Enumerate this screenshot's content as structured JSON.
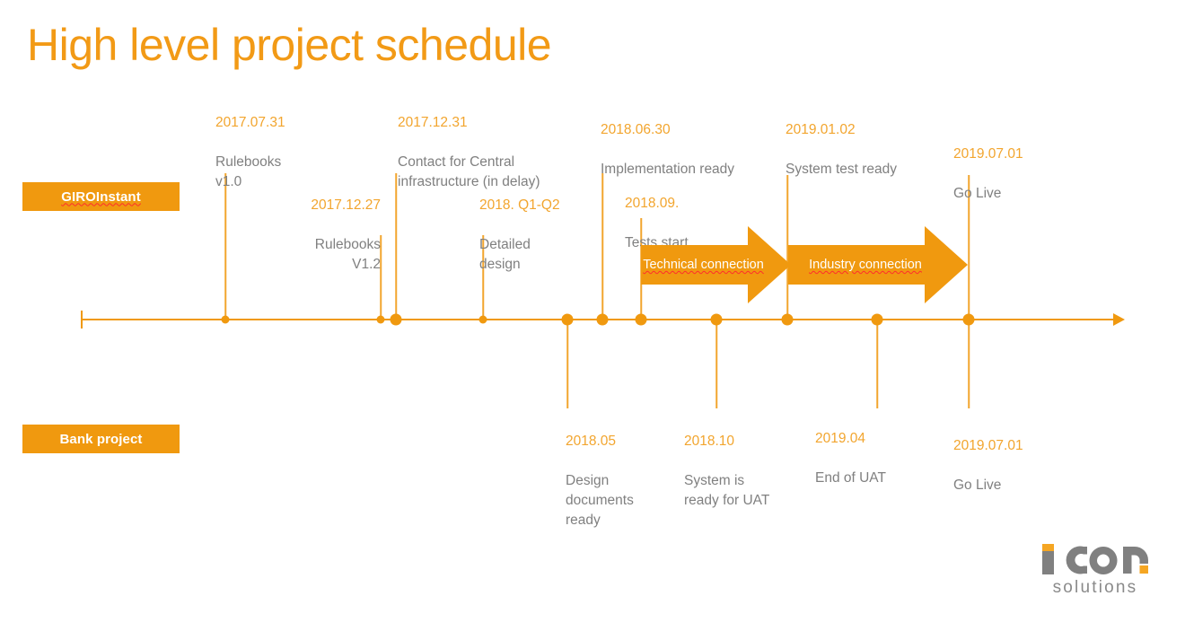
{
  "title": "High level project schedule",
  "colors": {
    "accent": "#F0990F",
    "date_text": "#F2A52E",
    "body_text": "#808080",
    "title": "#F29A16",
    "badge_bg": "#F0990F",
    "logo_gray": "#8a8a8a",
    "logo_orange": "#F5A623",
    "spellcheck_underline": "#ff2d2d"
  },
  "lanes": [
    {
      "id": "giroinstant",
      "label": "GIROInstant",
      "spellchecked": true
    },
    {
      "id": "bank-project",
      "label": "Bank project",
      "spellchecked": false
    }
  ],
  "axis": {
    "start_label": "",
    "end_label": "",
    "direction": "right"
  },
  "milestones_above": [
    {
      "date": "2017.07.31",
      "desc": "Rulebooks\nv1.0",
      "align": "left"
    },
    {
      "date": "2017.12.27",
      "desc": "Rulebooks\nV1.2",
      "align": "right"
    },
    {
      "date": "2017.12.31",
      "desc": "Contact for Central\ninfrastructure (in delay)",
      "align": "left"
    },
    {
      "date": "2018. Q1-Q2",
      "desc": "Detailed\ndesign",
      "align": "left"
    },
    {
      "date": "2018.06.30",
      "desc": "Implementation ready",
      "align": "left"
    },
    {
      "date": "2018.09.",
      "desc": "Tests start",
      "align": "left"
    },
    {
      "date": "2019.01.02",
      "desc": "System test ready",
      "align": "left"
    },
    {
      "date": "2019.07.01",
      "desc": "Go Live",
      "align": "left"
    }
  ],
  "milestones_below": [
    {
      "date": "2018.05",
      "desc": "Design\ndocuments\nready",
      "align": "left"
    },
    {
      "date": "2018.10",
      "desc": "System is\nready for UAT",
      "align": "left"
    },
    {
      "date": "2019.04",
      "desc": "End of UAT",
      "align": "left"
    },
    {
      "date": "2019.07.01",
      "desc": "Go Live",
      "align": "left"
    }
  ],
  "phase_arrows": [
    {
      "label": "Technical connection",
      "spellchecked": true
    },
    {
      "label": "Industry connection",
      "spellchecked": true
    }
  ],
  "logo": {
    "mark": "icon",
    "word": "solutions"
  }
}
